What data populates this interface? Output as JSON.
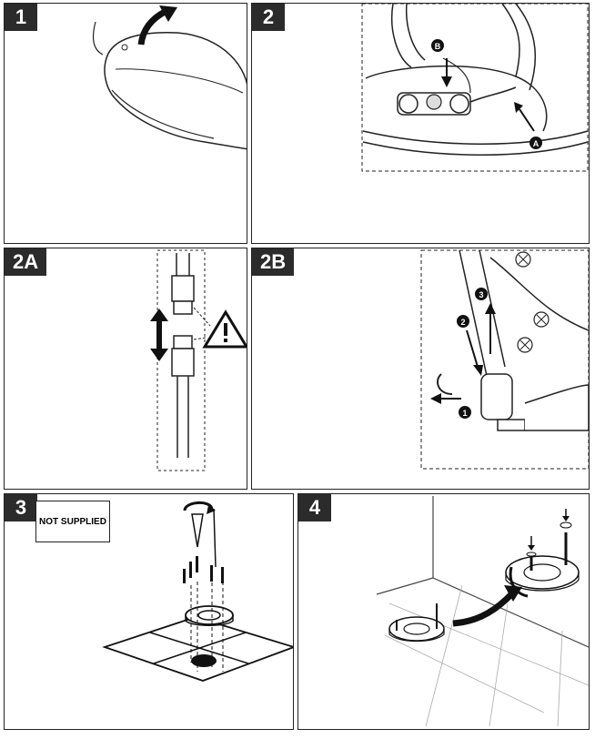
{
  "steps": {
    "s1": {
      "label": "1"
    },
    "s2": {
      "label": "2",
      "callout_a": "A",
      "callout_b": "B"
    },
    "s2a": {
      "label": "2A"
    },
    "s2b": {
      "label": "2B",
      "callout_1": "1",
      "callout_2": "2",
      "callout_3": "3"
    },
    "s3": {
      "label": "3",
      "note": "NOT SUPPLIED"
    },
    "s4": {
      "label": "4"
    }
  },
  "icons": [
    "curved-arrow-icon",
    "warning-icon",
    "rotation-arrow-icon",
    "screw-icon",
    "double-arrow-icon"
  ]
}
